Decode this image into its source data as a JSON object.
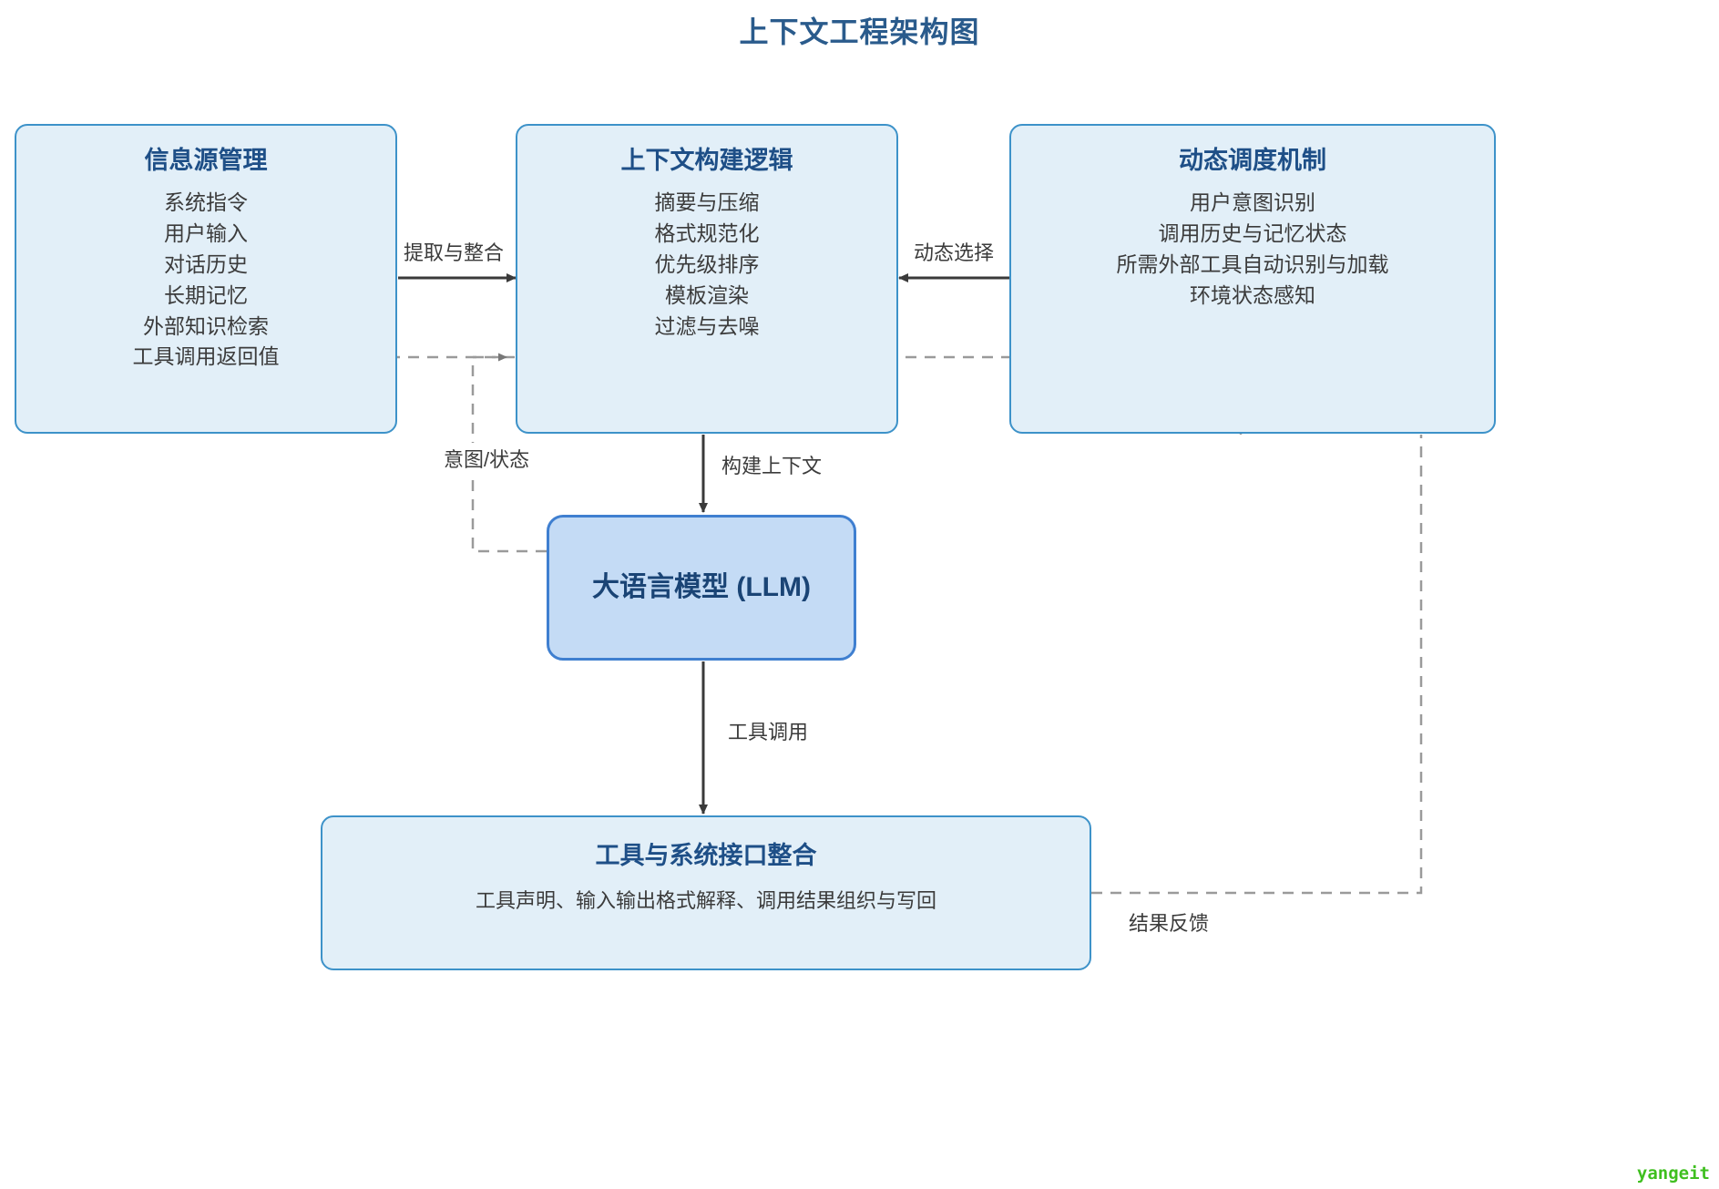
{
  "title": "上下文工程架构图",
  "watermark": "yangeit",
  "colors": {
    "title": "#2a5b8c",
    "box_fill": "#e2eff8",
    "box_border": "#3d92c9",
    "accent_fill": "#c4dbf5",
    "accent_border": "#3f7fd0",
    "solid_edge": "#3a3a3a",
    "dashed_edge": "#9a9a9a",
    "watermark": "#3fbf1f"
  },
  "nodes": {
    "sources": {
      "title": "信息源管理",
      "items": [
        "系统指令",
        "用户输入",
        "对话历史",
        "长期记忆",
        "外部知识检索",
        "工具调用返回值"
      ]
    },
    "build": {
      "title": "上下文构建逻辑",
      "items": [
        "摘要与压缩",
        "格式规范化",
        "优先级排序",
        "模板渲染",
        "过滤与去噪"
      ]
    },
    "dispatch": {
      "title": "动态调度机制",
      "items": [
        "用户意图识别",
        "调用历史与记忆状态",
        "所需外部工具自动识别与加载",
        "环境状态感知"
      ]
    },
    "llm": {
      "title": "大语言模型 (LLM)"
    },
    "tools": {
      "title": "工具与系统接口整合",
      "subtitle": "工具声明、输入输出格式解释、调用结果组织与写回"
    }
  },
  "edges": {
    "extract": "提取与整合",
    "dynamic": "动态选择",
    "intent": "意图/状态",
    "build_context": "构建上下文",
    "tool_call": "工具调用",
    "feedback": "结果反馈"
  }
}
